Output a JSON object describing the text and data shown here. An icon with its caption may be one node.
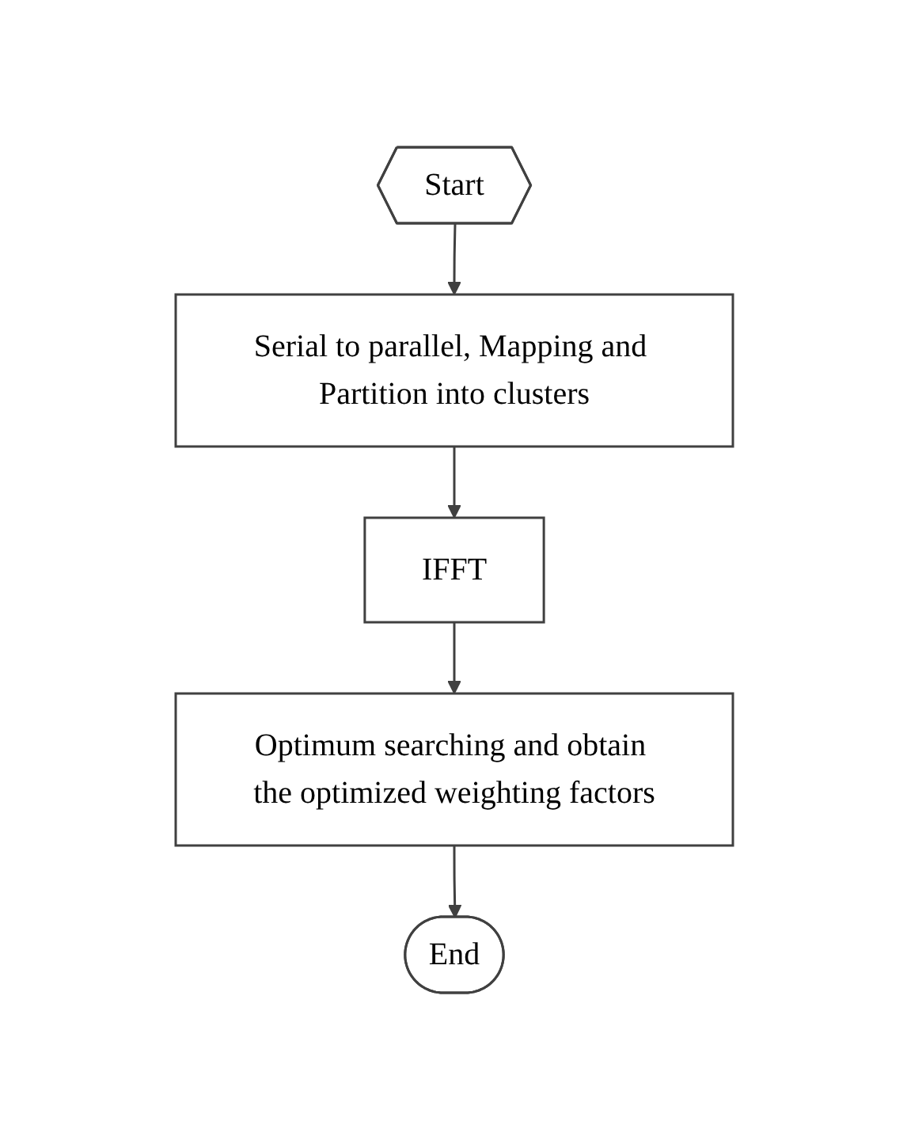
{
  "diagram": {
    "nodes": [
      {
        "text": [
          "Start"
        ]
      },
      {
        "text": [
          "Serial to parallel, Mapping and Partition into clusters"
        ]
      },
      {
        "text": [
          "IFFT"
        ]
      },
      {
        "text": [
          "Optimum searching and obtain the optimized weighting factors"
        ]
      },
      {
        "text": [
          "End"
        ]
      }
    ],
    "edges": [
      {
        "from": 0,
        "to": 1,
        "arrow": "to"
      },
      {
        "from": 1,
        "to": 2,
        "arrow": "to"
      },
      {
        "from": 2,
        "to": 3,
        "arrow": "to"
      },
      {
        "from": 3,
        "to": 4,
        "arrow": "to"
      }
    ]
  }
}
